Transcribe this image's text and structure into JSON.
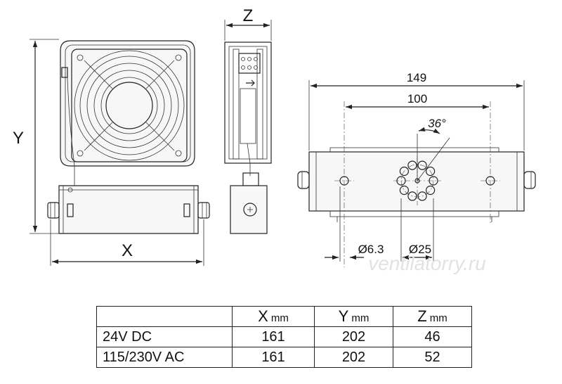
{
  "labels": {
    "x": "X",
    "y": "Y",
    "z": "Z",
    "width_total": "149",
    "width_holes": "100",
    "angle": "36°",
    "hole_dia": "Ø6.3",
    "circle_dia": "Ø25"
  },
  "watermark": "ventilatorry.ru",
  "table": {
    "headers": [
      {
        "axis": "",
        "unit": ""
      },
      {
        "axis": "X",
        "unit": "mm"
      },
      {
        "axis": "Y",
        "unit": "mm"
      },
      {
        "axis": "Z",
        "unit": "mm"
      }
    ],
    "rows": [
      {
        "model": "24V DC",
        "x": "161",
        "y": "202",
        "z": "46"
      },
      {
        "model": "115/230V AC",
        "x": "161",
        "y": "202",
        "z": "52"
      }
    ]
  }
}
